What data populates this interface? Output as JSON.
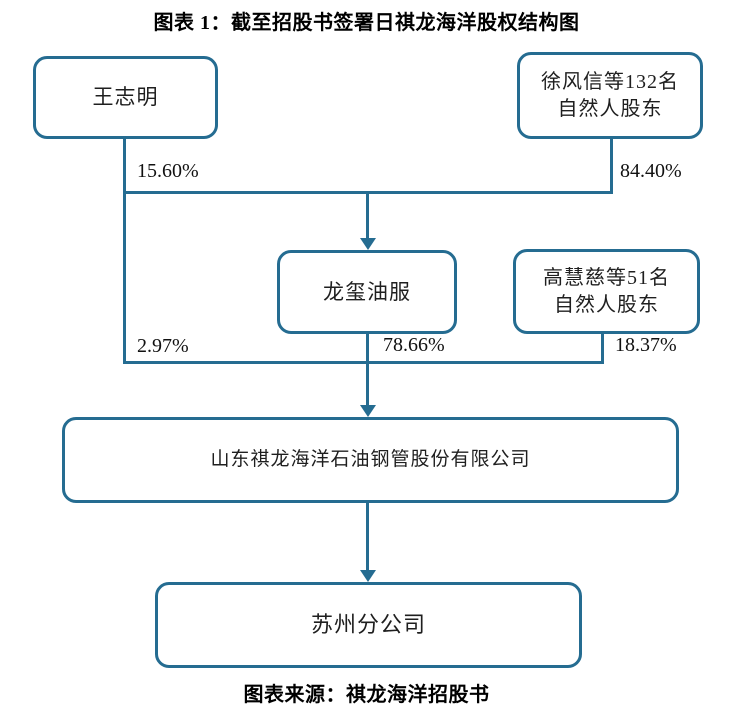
{
  "title": "图表 1：截至招股书签署日祺龙海洋股权结构图",
  "source": "图表来源：祺龙海洋招股书",
  "colors": {
    "line": "#256c91",
    "box_fill": "#ffffff",
    "text": "#1f1f1f"
  },
  "nodes": {
    "wang": {
      "label": "王志明"
    },
    "xu": {
      "label": "徐风信等132名\n自然人股东"
    },
    "longxi": {
      "label": "龙玺油服"
    },
    "gao": {
      "label": "高慧慈等51名\n自然人股东"
    },
    "company": {
      "label": "山东祺龙海洋石油钢管股份有限公司"
    },
    "branch": {
      "label": "苏州分公司"
    }
  },
  "edges": {
    "wang_to_longxi": {
      "from": "wang",
      "to": "longxi",
      "label": "15.60%"
    },
    "xu_to_longxi": {
      "from": "xu",
      "to": "longxi",
      "label": "84.40%"
    },
    "wang_to_company": {
      "from": "wang",
      "to": "company",
      "label": "2.97%"
    },
    "longxi_to_company": {
      "from": "longxi",
      "to": "company",
      "label": "78.66%"
    },
    "gao_to_company": {
      "from": "gao",
      "to": "company",
      "label": "18.37%"
    },
    "company_to_branch": {
      "from": "company",
      "to": "branch",
      "label": ""
    }
  }
}
